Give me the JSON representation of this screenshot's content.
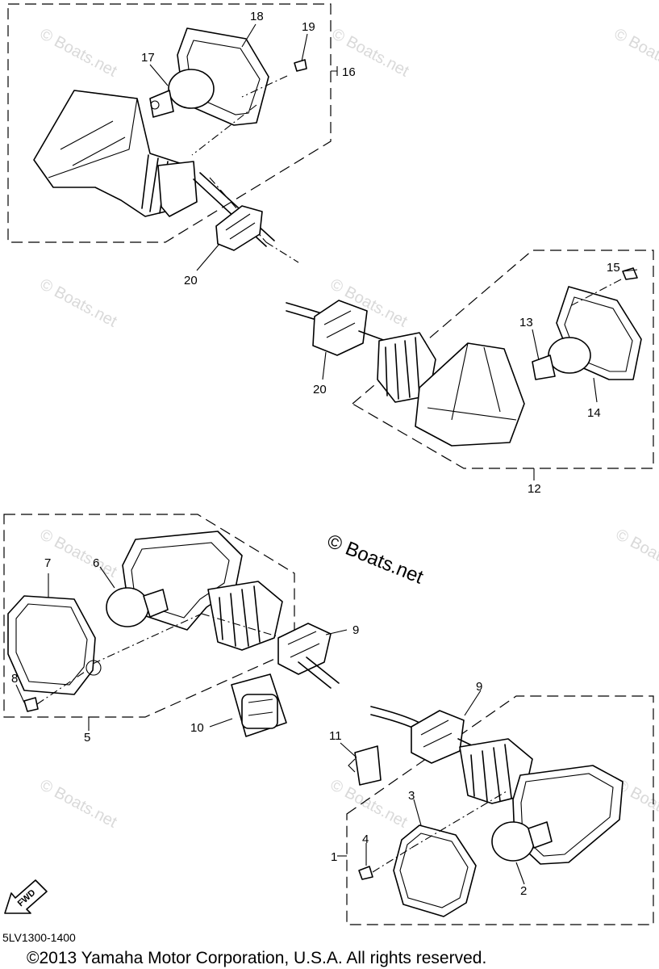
{
  "watermark": {
    "faint_text": "© Boats.net",
    "center_text": "© Boats.net"
  },
  "callouts": {
    "c1": "1",
    "c2": "2",
    "c3": "3",
    "c4": "4",
    "c5": "5",
    "c6": "6",
    "c7": "7",
    "c8": "8",
    "c9a": "9",
    "c9b": "9",
    "c10": "10",
    "c11": "11",
    "c12": "12",
    "c13": "13",
    "c14": "14",
    "c15": "15",
    "c16": "16",
    "c17": "17",
    "c18": "18",
    "c19": "19",
    "c20a": "20",
    "c20b": "20"
  },
  "fwd_label": "FWD",
  "diagram_code": "5LV1300-1400",
  "copyright": "©2013 Yamaha Motor Corporation, U.S.A. All rights reserved."
}
